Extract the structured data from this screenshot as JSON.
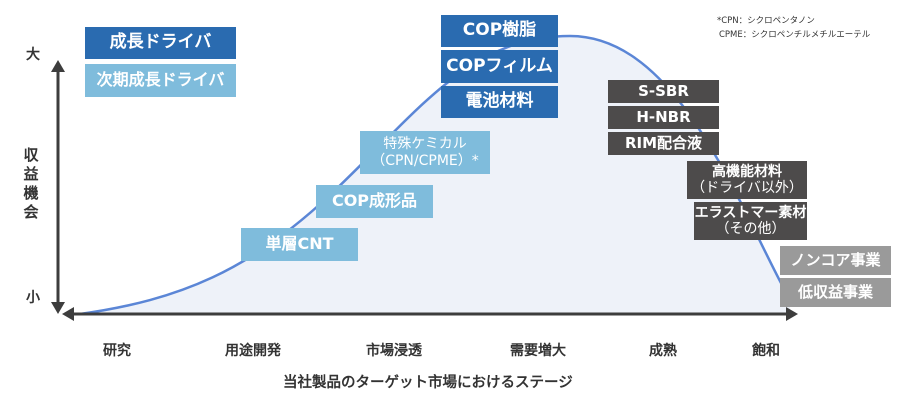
{
  "legend": {
    "growth_driver": "成長ドライバ",
    "next_growth_driver": "次期成長ドライバ"
  },
  "notes": {
    "cpn": "*CPN：シクロペンタノン",
    "cpme": "CPME：シクロペンチルメチルエーテル"
  },
  "y_axis": {
    "label": "収益機会",
    "high": "大",
    "low": "小"
  },
  "x_axis": {
    "title": "当社製品のターゲット市場におけるステージ",
    "stages": [
      "研究",
      "用途開発",
      "市場浸透",
      "需要増大",
      "成熟",
      "飽和"
    ]
  },
  "boxes": {
    "growth": [
      "COP樹脂",
      "COPフィルム",
      "電池材料"
    ],
    "next": {
      "specialty_line1": "特殊ケミカル",
      "specialty_line2": "（CPN/CPME）*",
      "cop_molded": "COP成形品",
      "cnt": "単層CNT"
    },
    "mature": {
      "ssbr": "S-SBR",
      "hnbr": "H-NBR",
      "rim": "RIM配合液",
      "hpm_line1": "高機能材料",
      "hpm_line2": "（ドライバ以外）",
      "elastomer_line1": "エラストマー素材",
      "elastomer_line2": "（その他）"
    },
    "low": [
      "ノンコア事業",
      "低収益事業"
    ]
  },
  "colors": {
    "growth_driver": "#2a6bb0",
    "next_growth_driver": "#7fbcdc",
    "mature": "#4d4b4b",
    "low_profit": "#9a9a9a",
    "curve": "#5b86d6",
    "curve_fill": "#eef2f9",
    "axis": "#3d3d3d"
  }
}
